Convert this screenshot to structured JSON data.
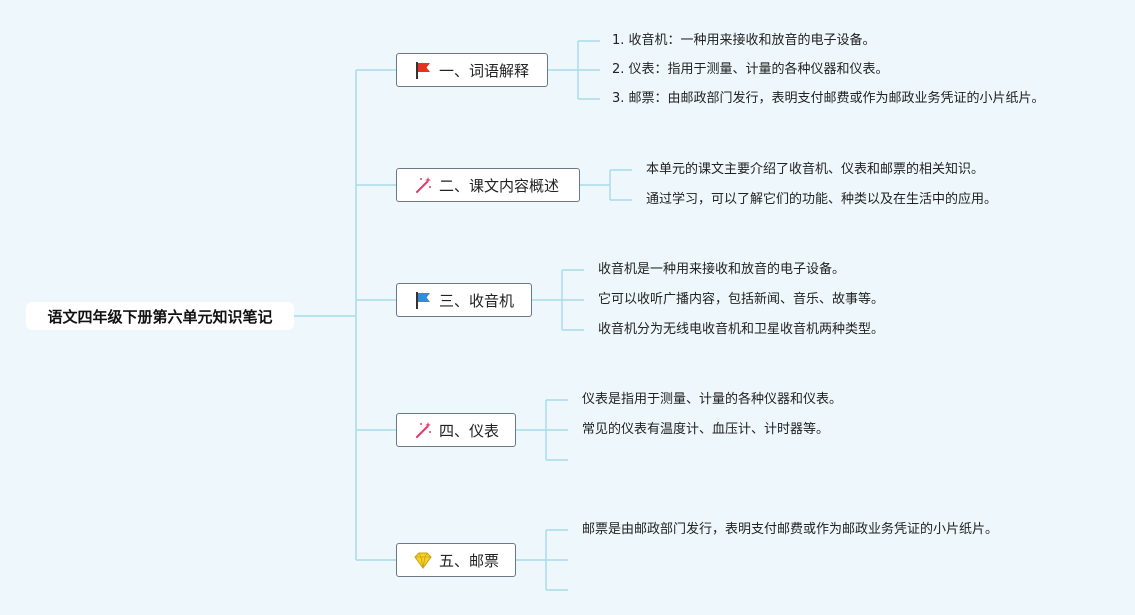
{
  "root": {
    "title": "语文四年级下册第六单元知识笔记"
  },
  "branches": [
    {
      "label": "一、词语解释",
      "icon": "red-flag-icon",
      "items": [
        "1. 收音机：一种用来接收和放音的电子设备。",
        "2. 仪表：指用于测量、计量的各种仪器和仪表。",
        "3. 邮票：由邮政部门发行，表明支付邮费或作为邮政业务凭证的小片纸片。"
      ]
    },
    {
      "label": "二、课文内容概述",
      "icon": "magic-wand-icon",
      "items": [
        "本单元的课文主要介绍了收音机、仪表和邮票的相关知识。",
        "通过学习，可以了解它们的功能、种类以及在生活中的应用。"
      ]
    },
    {
      "label": "三、收音机",
      "icon": "blue-flag-icon",
      "items": [
        "收音机是一种用来接收和放音的电子设备。",
        "它可以收听广播内容，包括新闻、音乐、故事等。",
        "收音机分为无线电收音机和卫星收音机两种类型。"
      ]
    },
    {
      "label": "四、仪表",
      "icon": "magic-wand-icon",
      "items": [
        "仪表是指用于测量、计量的各种仪器和仪表。",
        "常见的仪表有温度计、血压计、计时器等。"
      ]
    },
    {
      "label": "五、邮票",
      "icon": "diamond-icon",
      "items": [
        "邮票是由邮政部门发行，表明支付邮费或作为邮政业务凭证的小片纸片。"
      ]
    }
  ],
  "colors": {
    "connector": "#a8dcea",
    "background": "#eef7fb",
    "flag_red": "#e8321e",
    "flag_blue": "#2a8fe0",
    "wand": "#e23a6a",
    "diamond": "#f5d12a"
  }
}
